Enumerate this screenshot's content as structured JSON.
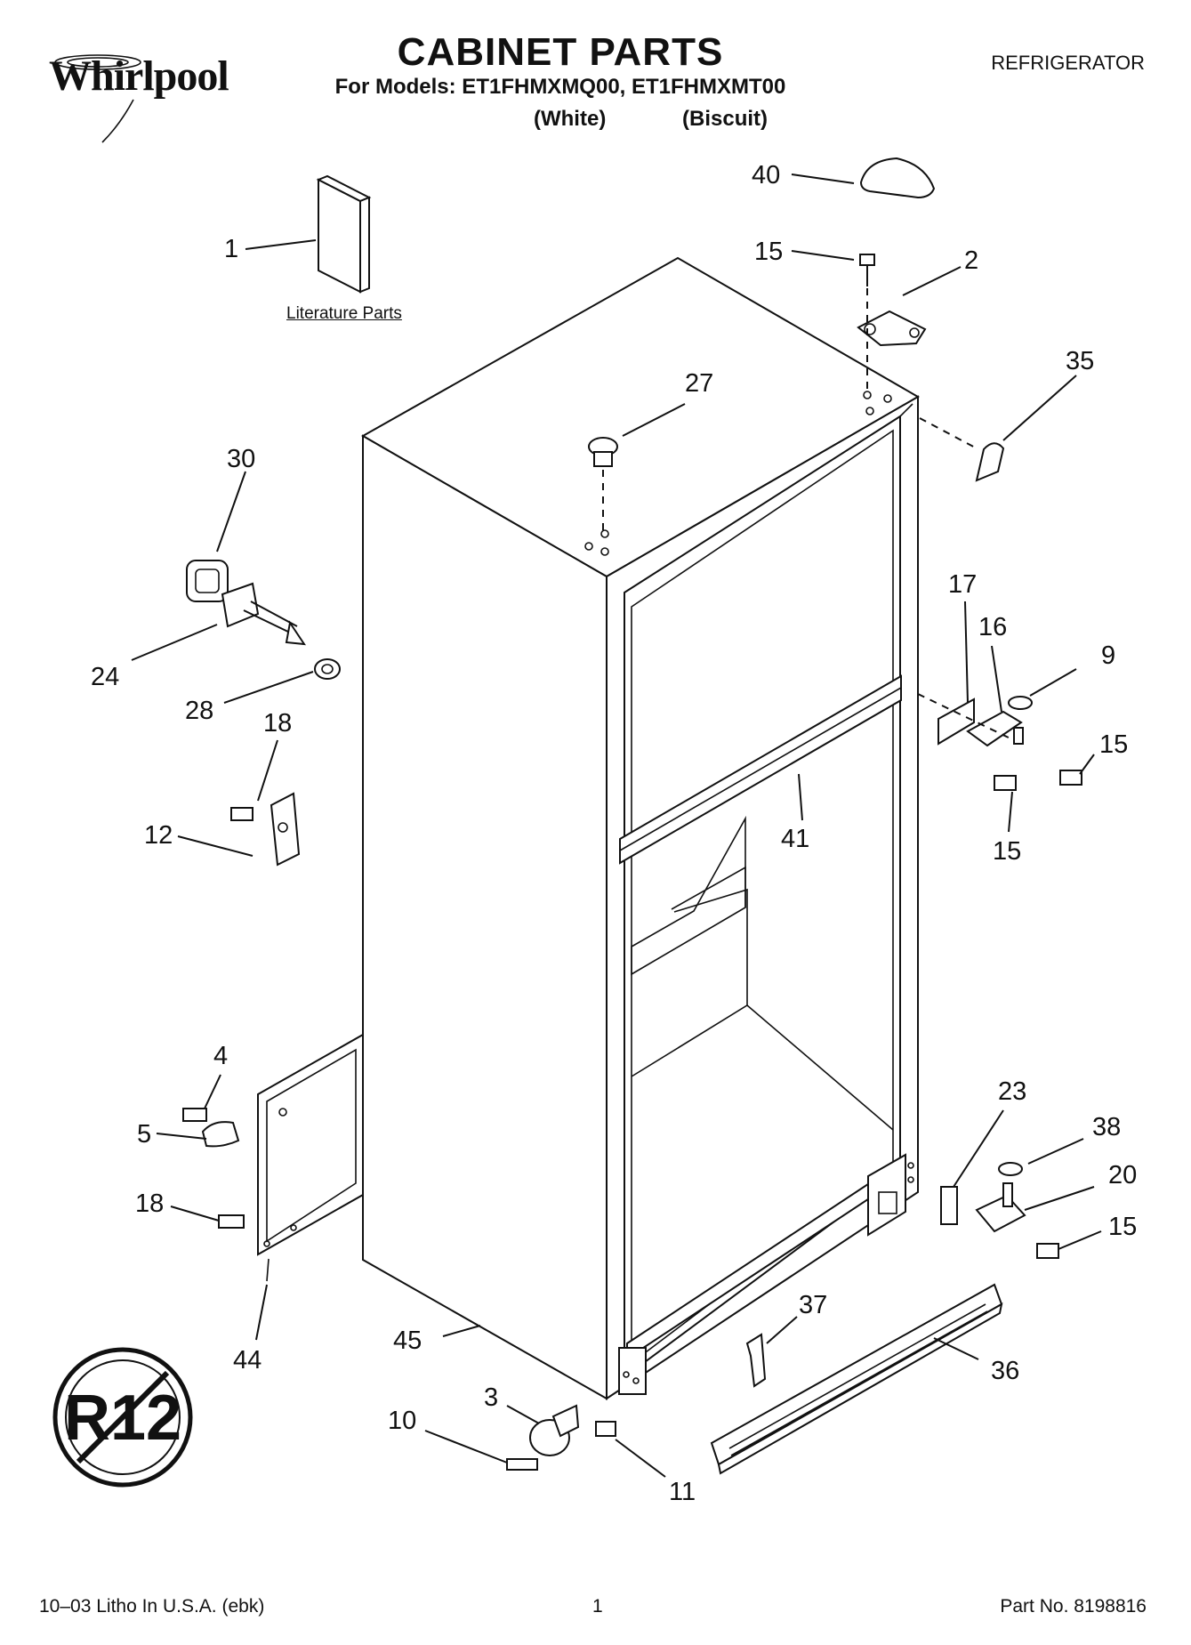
{
  "header": {
    "brand": "Whirlpool",
    "title": "CABINET PARTS",
    "models": "For Models: ET1FHMXMQ00, ET1FHMXMT00",
    "variant_white": "(White)",
    "variant_biscuit": "(Biscuit)",
    "category": "REFRIGERATOR"
  },
  "diagram": {
    "literature_label": "Literature Parts",
    "callouts": {
      "c1": "1",
      "c40": "40",
      "c15a": "15",
      "c2": "2",
      "c35": "35",
      "c27": "27",
      "c30": "30",
      "c24": "24",
      "c28": "28",
      "c18a": "18",
      "c12": "12",
      "c17": "17",
      "c16": "16",
      "c9": "9",
      "c15b": "15",
      "c15c": "15",
      "c41": "41",
      "c4": "4",
      "c5": "5",
      "c18b": "18",
      "c44": "44",
      "c45": "45",
      "c23": "23",
      "c38": "38",
      "c20": "20",
      "c15d": "15",
      "c37": "37",
      "c36": "36",
      "c3": "3",
      "c10": "10",
      "c11": "11"
    },
    "badge_text": "R12"
  },
  "footer": {
    "print_info": "10–03 Litho In U.S.A. (ebk)",
    "page_number": "1",
    "part_number": "Part No. 8198816"
  }
}
